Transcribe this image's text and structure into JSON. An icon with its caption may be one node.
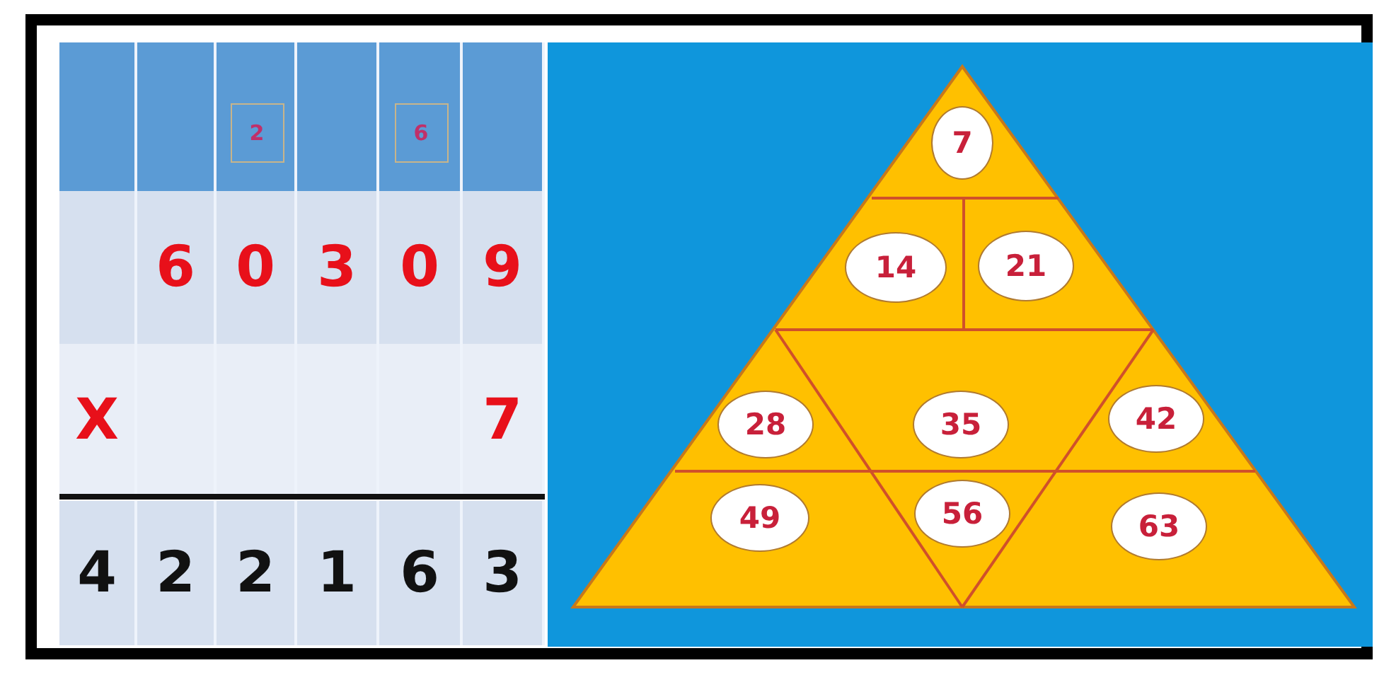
{
  "diagram": {
    "nodes": [
      {
        "text": [
          "2"
        ]
      },
      {
        "text": [
          "6"
        ]
      },
      {
        "text": [
          "7"
        ]
      },
      {
        "text": [
          "14"
        ]
      },
      {
        "text": [
          "21"
        ]
      },
      {
        "text": [
          "28"
        ]
      },
      {
        "text": [
          "35"
        ]
      },
      {
        "text": [
          "42"
        ]
      },
      {
        "text": [
          "49"
        ]
      },
      {
        "text": [
          "56"
        ]
      },
      {
        "text": [
          "63"
        ]
      }
    ],
    "labels": [
      "6",
      "0",
      "3",
      "0",
      "9",
      "X",
      "7",
      "4",
      "2",
      "2",
      "1",
      "6",
      "3"
    ]
  }
}
